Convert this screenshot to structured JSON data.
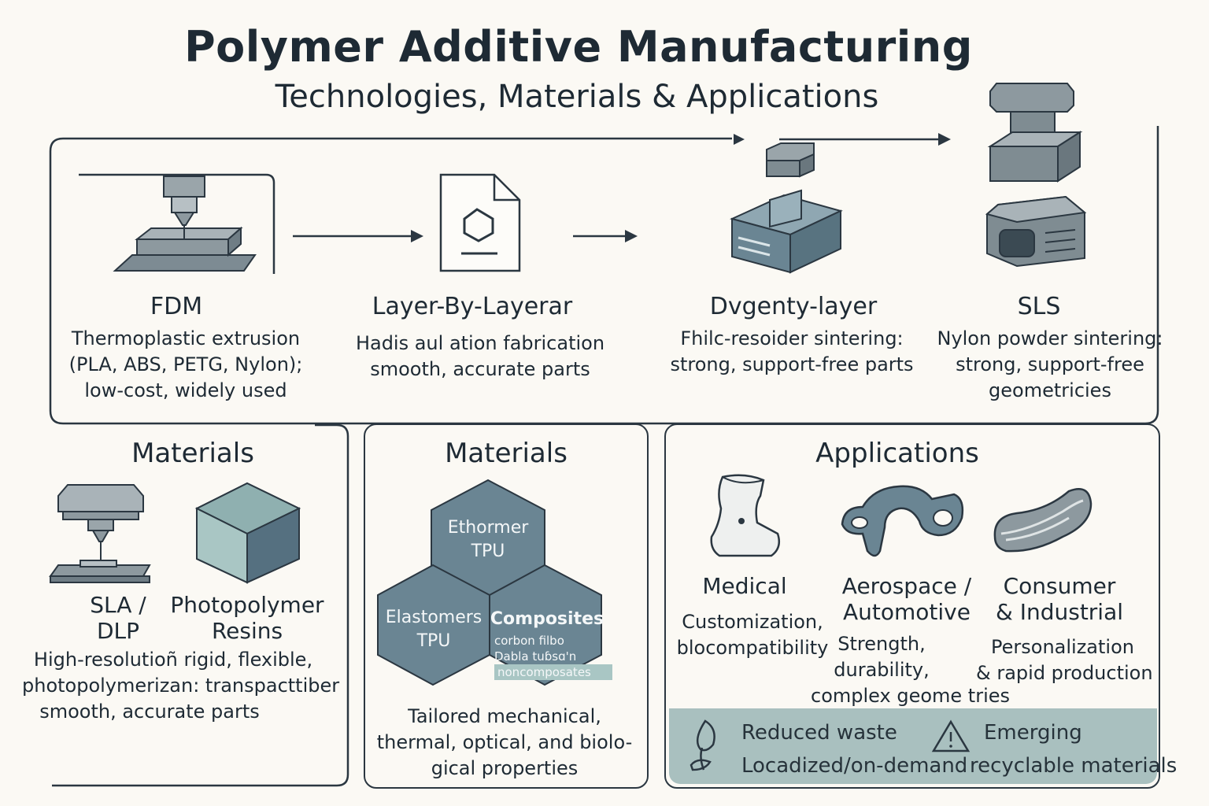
{
  "header": {
    "title": "Polymer Additive Manufacturing",
    "subtitle": "Technologies, Materials & Applications"
  },
  "technologies": [
    {
      "name": "FDM",
      "lines": [
        "Thermoplastic extrusion",
        "(PLA, ABS, PETG, Nylon);",
        "low-cost, widely used"
      ]
    },
    {
      "name": "Layer-By-Layerar",
      "lines": [
        "Hadis aul ation fabrication",
        "smooth, accurate parts"
      ]
    },
    {
      "name": "Dvgenty-layer",
      "lines": [
        "Fhilc-resoider sintering:",
        "strong, support-free parts"
      ]
    },
    {
      "name": "SLS",
      "lines": [
        "Nylon powder sintering:",
        "strong, support-free",
        "geometricies"
      ]
    }
  ],
  "materials_left": {
    "heading": "Materials",
    "sla": {
      "name_lines": [
        "SLA /",
        "DLP"
      ]
    },
    "resins": {
      "name_lines": [
        "Photopolymer",
        "Resins"
      ]
    },
    "desc_lines": [
      "High-resolutioñ  rigid, flexible,",
      "photopolymerizan: transpacttiber",
      "smooth, accurate parts"
    ]
  },
  "materials_center": {
    "heading": "Materials",
    "hex_top": [
      "Ethormer",
      "TPU"
    ],
    "hex_left": [
      "Elastomers",
      "TPU"
    ],
    "hex_right_title": "Composites",
    "hex_right_small": [
      "corbon filbo",
      "Dabla tuɓsɑ'n",
      "noncomposates"
    ],
    "desc_lines": [
      "Tailored mechanical,",
      "thermal, optical, and biolo-",
      "gical properties"
    ]
  },
  "applications": {
    "heading": "Applications",
    "items": [
      {
        "title_lines": [
          "Medical"
        ],
        "desc_lines": [
          "Customization,",
          "blocompatibility"
        ]
      },
      {
        "title_lines": [
          "Aerospace /",
          "Automotive"
        ],
        "desc_lines": [
          "Strength,",
          "durability,",
          "complex geome tries"
        ]
      },
      {
        "title_lines": [
          "Consumer",
          "& Industrial"
        ],
        "desc_lines": [
          "Personalization",
          "& rapid production"
        ]
      }
    ],
    "banner": {
      "left_lines": [
        "Reduced waste",
        "Locadized/on-demand"
      ],
      "right_lines": [
        "Emerging",
        "recyclable materials"
      ]
    }
  },
  "colors": {
    "ink": "#1e2a34",
    "slate": "#6a8593",
    "teal": "#a9c0bf",
    "gray": "#8f9a9e",
    "paper": "#fbf9f4"
  },
  "icons": [
    "printer-nozzle-icon",
    "file-icon",
    "cube-block-icon",
    "hexagon-cube-icon",
    "leaf-icon",
    "warning-icon"
  ]
}
